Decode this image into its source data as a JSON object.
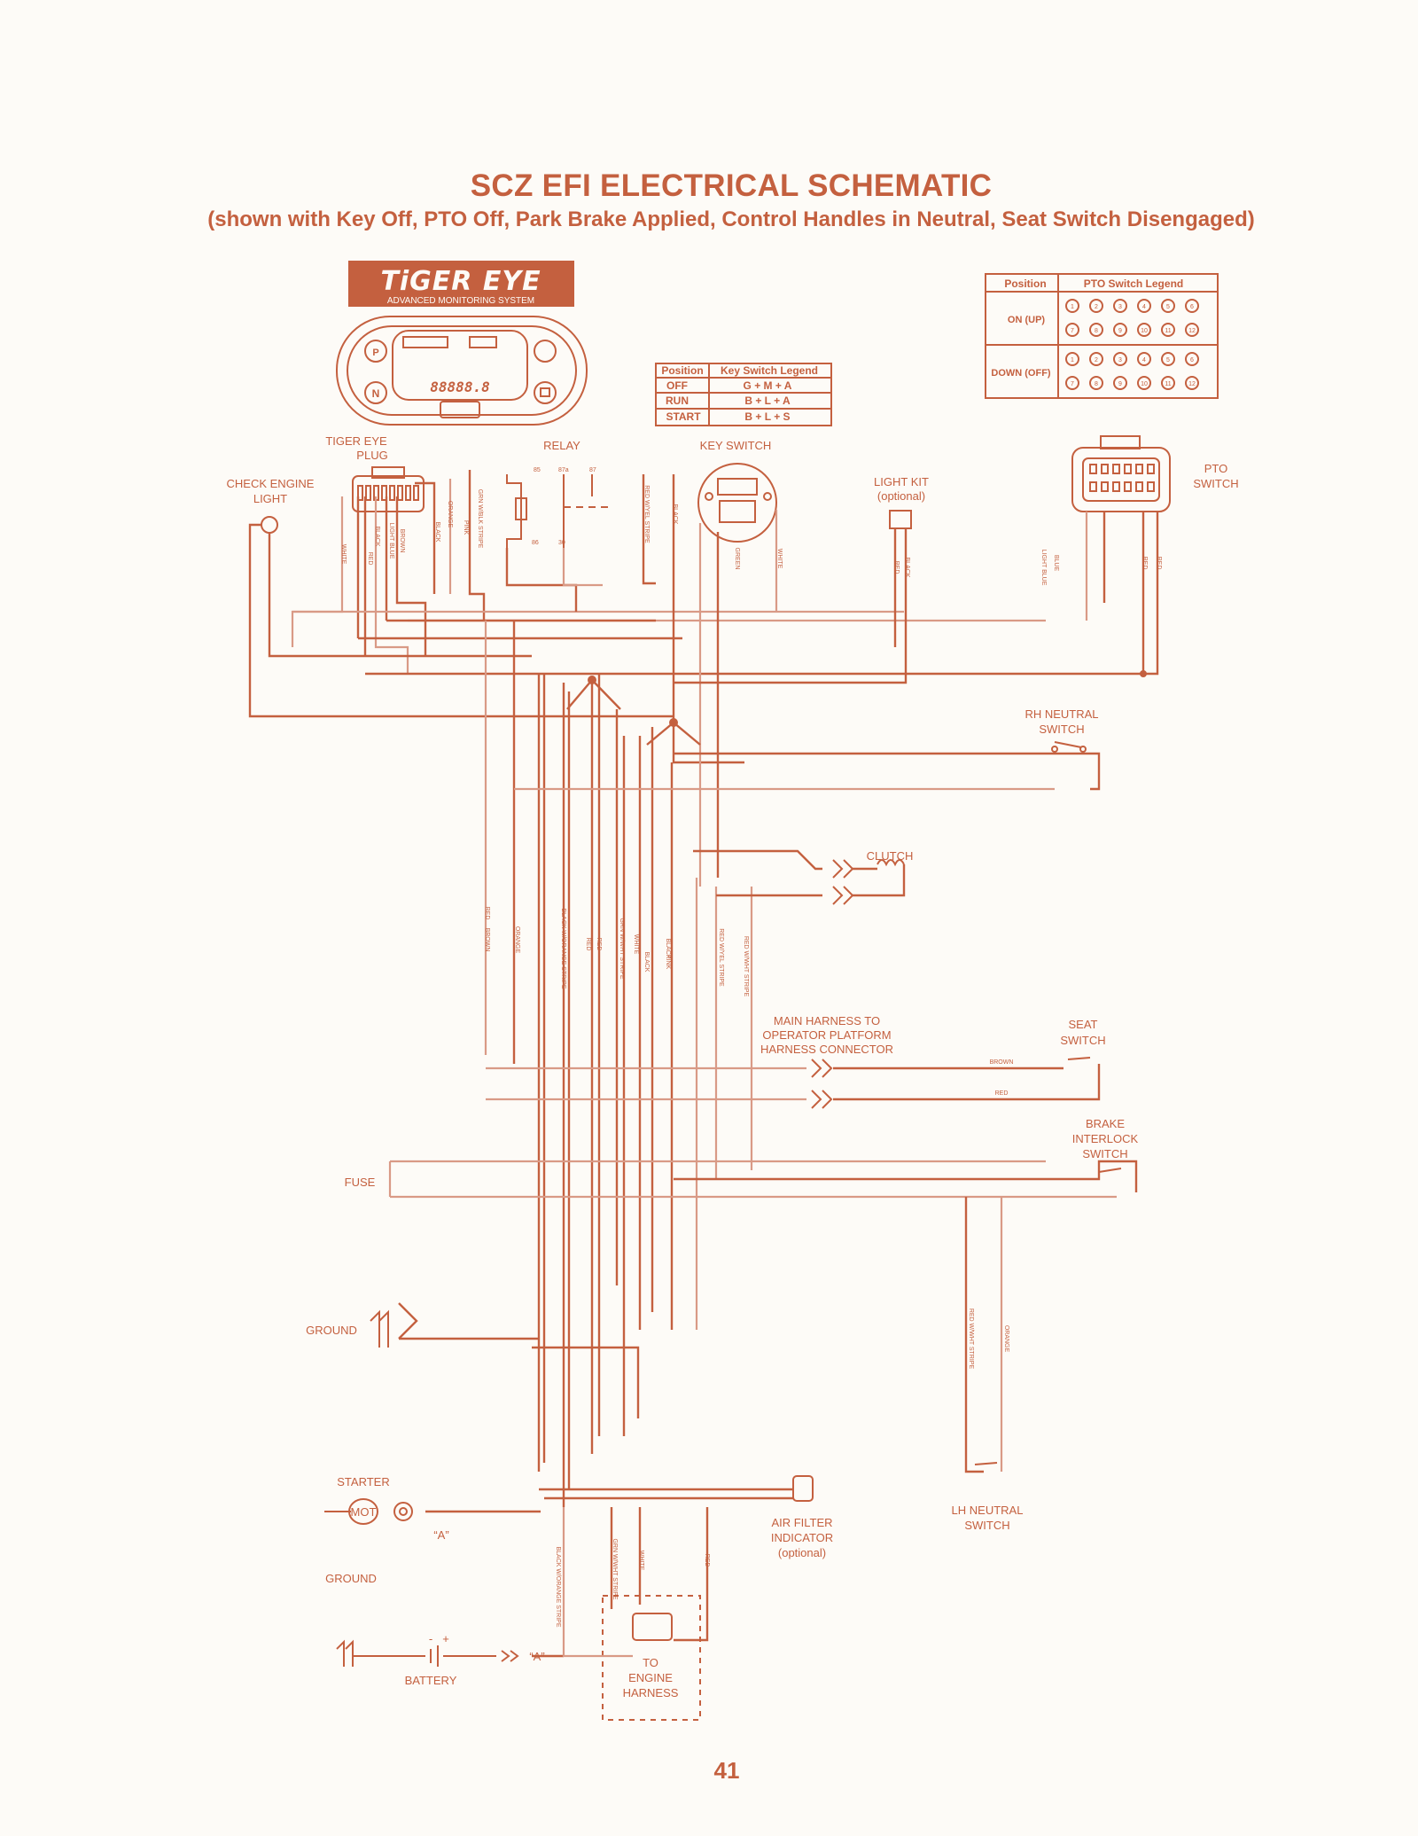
{
  "title": "SCZ EFI ELECTRICAL SCHEMATIC",
  "subtitle": "(shown with Key Off, PTO Off, Park Brake Applied, Control Handles in Neutral, Seat Switch Disengaged)",
  "page_number": "41",
  "logo": {
    "name": "TiGER EYE",
    "tagline": "ADVANCED MONITORING SYSTEM"
  },
  "display_segment_text": "88888.8",
  "key_switch_legend": {
    "headers": [
      "Position",
      "Key Switch Legend"
    ],
    "rows": [
      [
        "OFF",
        "G + M + A"
      ],
      [
        "RUN",
        "B + L + A"
      ],
      [
        "START",
        "B + L + S"
      ]
    ]
  },
  "pto_switch_legend": {
    "headers": [
      "Position",
      "PTO Switch Legend"
    ],
    "rows": [
      {
        "position": "ON (UP)",
        "pins": [
          "1",
          "2",
          "3",
          "4",
          "5",
          "6",
          "7",
          "8",
          "9",
          "10",
          "11",
          "12"
        ]
      },
      {
        "position": "DOWN (OFF)",
        "pins": [
          "1",
          "2",
          "3",
          "4",
          "5",
          "6",
          "7",
          "8",
          "9",
          "10",
          "11",
          "12"
        ]
      }
    ]
  },
  "components": {
    "tiger_eye_plug": [
      "TIGER EYE",
      "PLUG"
    ],
    "check_engine_light": [
      "CHECK ENGINE",
      "LIGHT"
    ],
    "relay": "RELAY",
    "relay_pins": [
      "85",
      "87a",
      "87",
      "86",
      "30"
    ],
    "key_switch": "KEY SWITCH",
    "light_kit": [
      "LIGHT KIT",
      "(optional)"
    ],
    "pto_switch": [
      "PTO",
      "SWITCH"
    ],
    "rh_neutral_switch": [
      "RH NEUTRAL",
      "SWITCH"
    ],
    "clutch": "CLUTCH",
    "main_harness": [
      "MAIN HARNESS TO",
      "OPERATOR PLATFORM",
      "HARNESS CONNECTOR"
    ],
    "seat_switch": [
      "SEAT",
      "SWITCH"
    ],
    "brake_interlock_switch": [
      "BRAKE",
      "INTERLOCK",
      "SWITCH"
    ],
    "fuse": "FUSE",
    "ground_upper": "GROUND",
    "starter": "STARTER",
    "starter_motor": "MOT",
    "starter_terminal": "“A”",
    "ground_lower": "GROUND",
    "battery": "BATTERY",
    "battery_terminal": "“A”",
    "battery_minus": "-",
    "battery_plus": "+",
    "air_filter_indicator": [
      "AIR FILTER",
      "INDICATOR",
      "(optional)"
    ],
    "lh_neutral_switch": [
      "LH NEUTRAL",
      "SWITCH"
    ],
    "engine_harness": [
      "TO",
      "ENGINE",
      "HARNESS"
    ]
  },
  "wire_labels": {
    "plug_wires": [
      "WHITE",
      "RED",
      "BLACK",
      "LIGHT BLUE",
      "BROWN",
      "BLACK",
      "ORANGE",
      "PINK",
      "GRN W/BLK STRIPE"
    ],
    "relay_wire": "RED W/YEL STRIPE",
    "key_wires": [
      "BLACK",
      "GREEN",
      "WHITE"
    ],
    "light_kit_wires": [
      "RED",
      "BLACK"
    ],
    "pto_wires": [
      "LIGHT BLUE",
      "BLUE",
      "RED",
      "RED"
    ],
    "trunk": [
      "RED",
      "BROWN",
      "ORANGE",
      "BLACK W/ORANGE STRIPE",
      "RED",
      "RED",
      "GRN W/WHT STRIPE",
      "WHITE",
      "BLACK",
      "BLACK",
      "PINK",
      "RED W/YEL STRIPE",
      "RED W/WHT STRIPE"
    ],
    "seat_wires": [
      "BROWN",
      "RED"
    ],
    "lh_wires": [
      "RED W/WHT STRIPE",
      "ORANGE"
    ],
    "engine_wires": [
      "BLACK W/ORANGE STRIPE",
      "GRN W/WHT STRIPE",
      "WHITE",
      "RED"
    ]
  },
  "colors": {
    "primary": "#c4603f",
    "light": "#d99a86",
    "background": "#fdfbf7"
  }
}
